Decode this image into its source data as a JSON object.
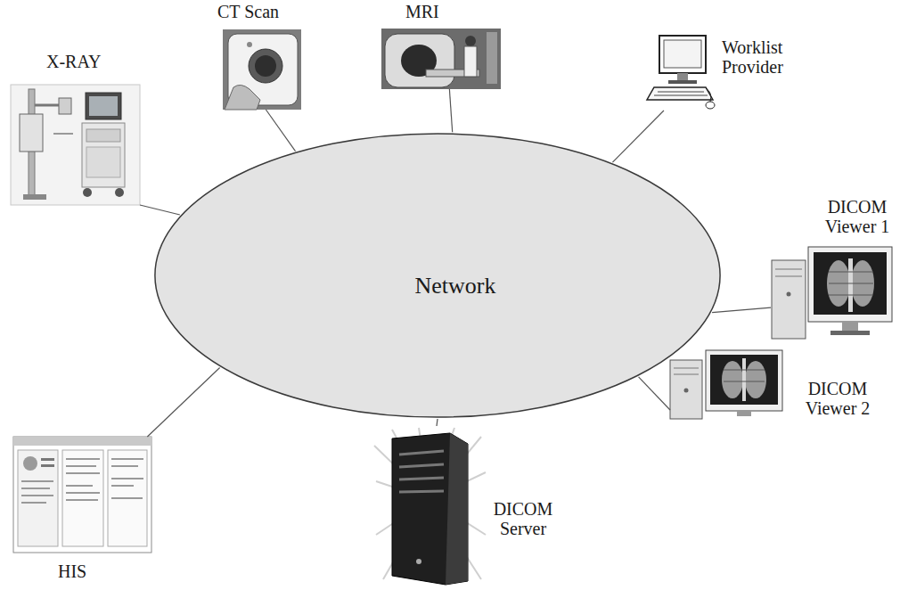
{
  "diagram": {
    "nodes": [
      {
        "text": [
          "X-RAY"
        ]
      },
      {
        "text": [
          "CT Scan"
        ]
      },
      {
        "text": [
          "MRI"
        ]
      },
      {
        "text": [
          "Worklist Provider"
        ]
      },
      {
        "text": [
          "Network"
        ]
      },
      {
        "text": [
          "DICOM Viewer 1"
        ]
      },
      {
        "text": [
          "DICOM Viewer 2"
        ]
      },
      {
        "text": [
          "HIS"
        ]
      },
      {
        "text": [
          "DICOM Server"
        ]
      }
    ],
    "edges": [
      {
        "from": 0,
        "to": 4,
        "arrow": "none"
      },
      {
        "from": 1,
        "to": 4,
        "arrow": "none"
      },
      {
        "from": 2,
        "to": 4,
        "arrow": "none"
      },
      {
        "from": 3,
        "to": 4,
        "arrow": "none"
      },
      {
        "from": 5,
        "to": 4,
        "arrow": "none"
      },
      {
        "from": 6,
        "to": 4,
        "arrow": "none"
      },
      {
        "from": 7,
        "to": 4,
        "arrow": "none"
      },
      {
        "from": 8,
        "to": 4,
        "arrow": "none"
      }
    ]
  }
}
